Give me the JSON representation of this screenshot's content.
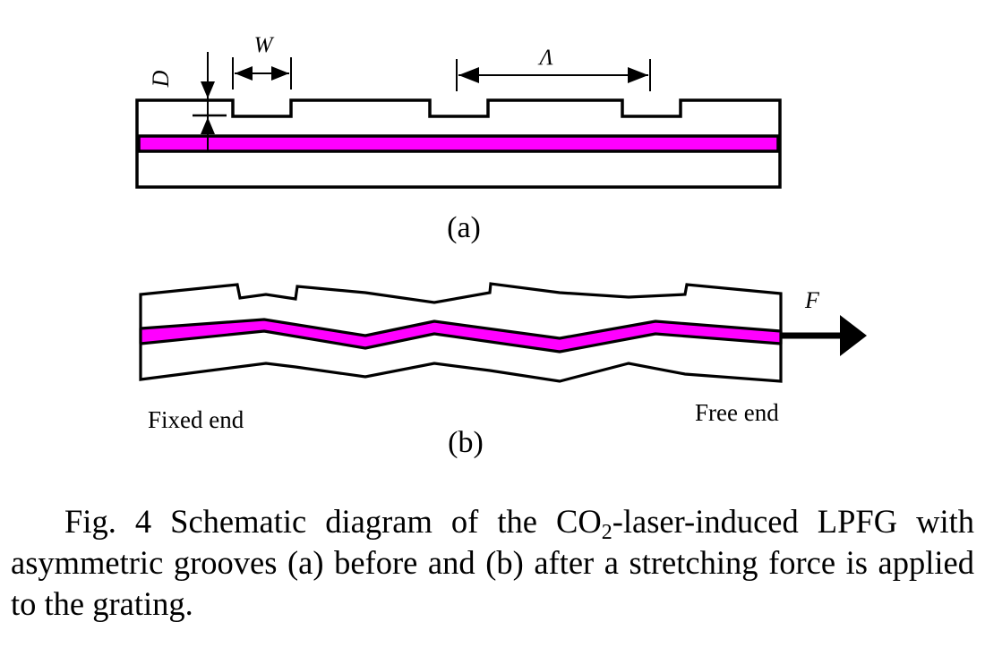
{
  "figure": {
    "colors": {
      "core": "#ff00ff",
      "outline": "#000000",
      "background": "#ffffff"
    },
    "panel_a": {
      "label": "(a)",
      "dim_D": "D",
      "dim_W": "W",
      "dim_period": "Λ"
    },
    "panel_b": {
      "label": "(b)",
      "force_label": "F",
      "fixed_end_label": "Fixed end",
      "free_end_label": "Free end"
    }
  },
  "caption": {
    "prefix": "Fig. 4 Schematic diagram of the CO",
    "subscript": "2",
    "suffix": "-laser-induced LPFG with asymmetric grooves (a) before and (b) after a stretching force is applied to the grating."
  }
}
